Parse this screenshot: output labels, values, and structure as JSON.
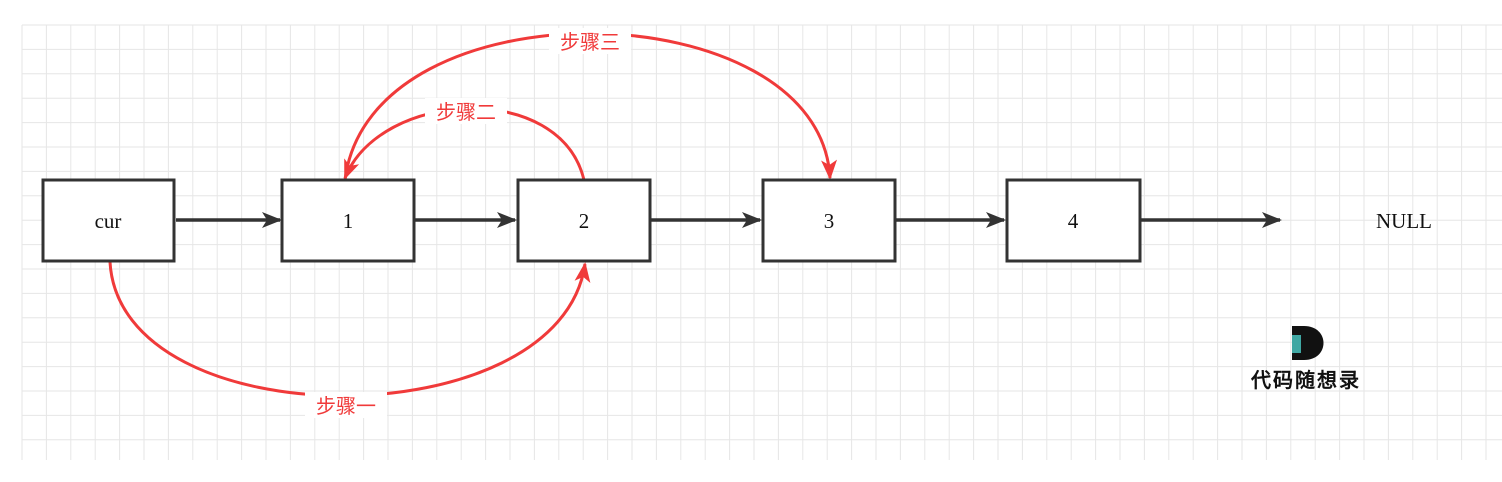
{
  "nodes": [
    {
      "id": "cur",
      "label": "cur"
    },
    {
      "id": "n1",
      "label": "1"
    },
    {
      "id": "n2",
      "label": "2"
    },
    {
      "id": "n3",
      "label": "3"
    },
    {
      "id": "n4",
      "label": "4"
    }
  ],
  "null_label": "NULL",
  "edges": [
    {
      "from": "cur",
      "to": "n1"
    },
    {
      "from": "n1",
      "to": "n2"
    },
    {
      "from": "n2",
      "to": "n3"
    },
    {
      "from": "n3",
      "to": "n4"
    },
    {
      "from": "n4",
      "to": "null"
    }
  ],
  "steps": [
    {
      "label": "步骤一",
      "from": "cur",
      "to": "n2"
    },
    {
      "label": "步骤二",
      "from": "n2",
      "to": "n1"
    },
    {
      "label": "步骤三",
      "from": "n1",
      "to": "n3"
    }
  ],
  "logo": {
    "letter": "D",
    "text": "代码随想录"
  },
  "colors": {
    "grid": "#e6e6e6",
    "node_border": "#333333",
    "arrow": "#333333",
    "step": "#f03a3a",
    "logo_teal": "#3fa7a3"
  }
}
